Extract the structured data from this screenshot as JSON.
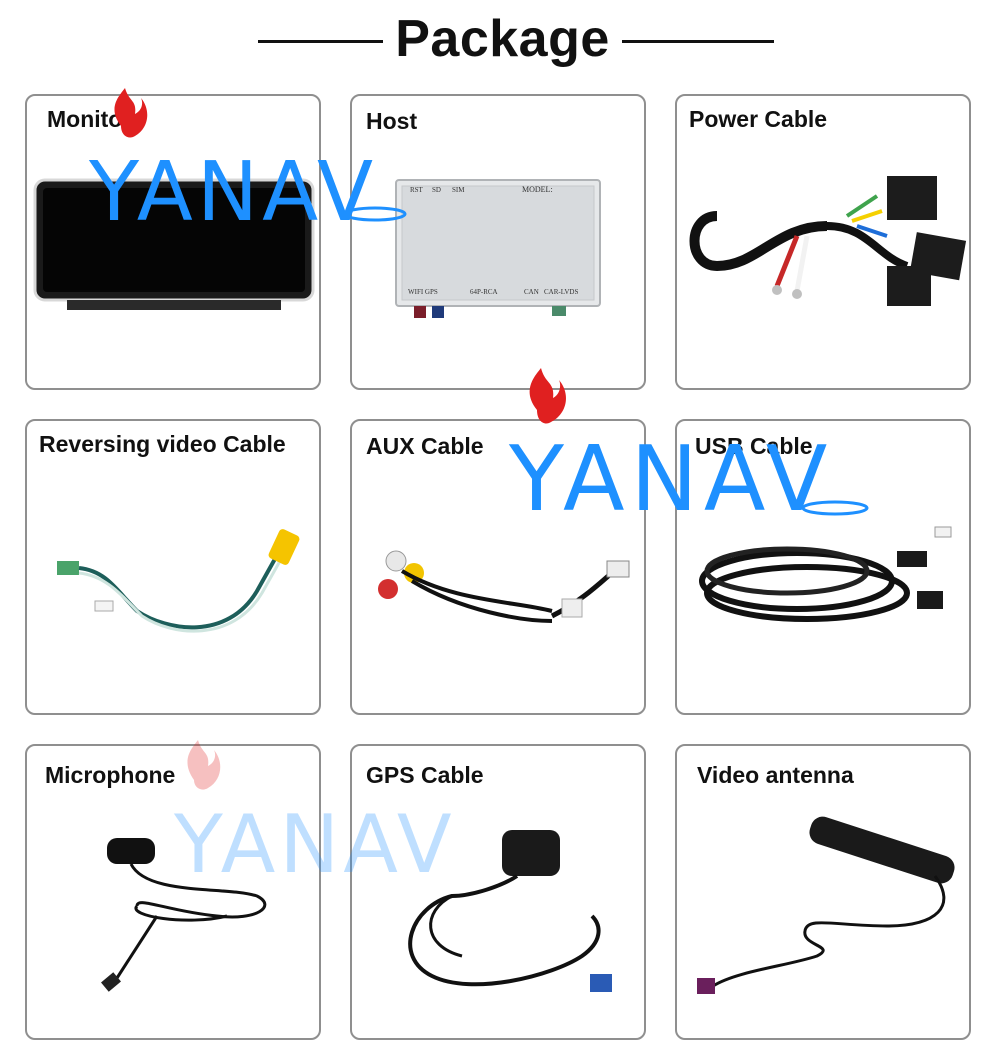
{
  "page": {
    "title": "Package"
  },
  "items": [
    {
      "label": "Monitor"
    },
    {
      "label": "Host"
    },
    {
      "label": "Power Cable"
    },
    {
      "label": "Reversing video Cable"
    },
    {
      "label": "AUX Cable"
    },
    {
      "label": "USB Cable"
    },
    {
      "label": "Microphone"
    },
    {
      "label": "GPS Cable"
    },
    {
      "label": "Video antenna"
    }
  ],
  "host_labels": {
    "model": "MODEL:",
    "wifi_gps": "WIFI GPS",
    "rca": "64P-RCA",
    "can": "CAN",
    "lvds": "CAR-LVDS",
    "sim": "SIM",
    "sd": "SD",
    "rst": "RST"
  },
  "watermark": {
    "text": "YANAV",
    "color": "#1e90ff",
    "flame_color": "#e02020"
  }
}
